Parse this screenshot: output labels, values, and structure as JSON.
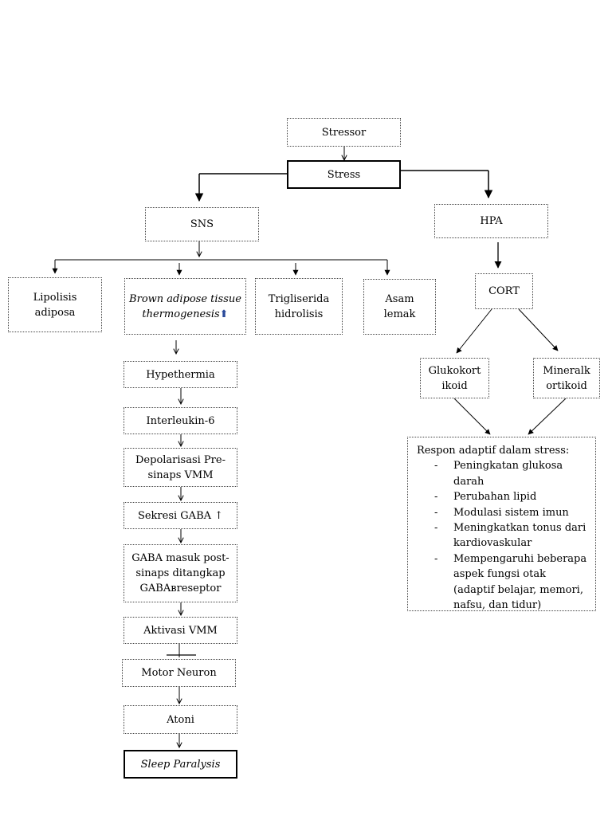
{
  "nodes": {
    "stressor": "Stressor",
    "stress": "Stress",
    "sns": "SNS",
    "hpa": "HPA",
    "lipolisis": [
      "Lipolisis",
      "adiposa"
    ],
    "brown_adipose": [
      "Brown adipose tissue",
      "thermogenesis"
    ],
    "brown_adipose_arrow": "⬆",
    "trigliserida": [
      "Trigliserida",
      "hidrolisis"
    ],
    "asam_lemak": [
      "Asam",
      "lemak"
    ],
    "cort": "CORT",
    "glukokortikoid": [
      "Glukokort",
      "ikoid"
    ],
    "mineralokortikoid": [
      "Mineralk",
      "ortikoid"
    ],
    "hypethermia": "Hypethermia",
    "interleukin": "Interleukin-6",
    "depolarisasi": [
      "Depolarisasi Pre-",
      "sinaps VMM"
    ],
    "sekresi_gaba": "Sekresi GABA ↑",
    "gaba_masuk": [
      "GABA masuk post-",
      "sinaps ditangkap",
      "GABAʙreseptor"
    ],
    "aktivasi_vmm": "Aktivasi VMM",
    "motor_neuron": "Motor Neuron",
    "atoni": "Atoni",
    "sleep_paralysis": "Sleep Paralysis"
  },
  "response": {
    "title": "Respon adaptif dalam stress:",
    "items": [
      "Peningkatan glukosa darah",
      "Perubahan lipid",
      "Modulasi sistem imun",
      "Meningkatkan tonus dari kardiovaskular",
      "Mempengaruhi beberapa aspek fungsi otak (adaptif belajar, memori, nafsu, dan tidur)"
    ]
  }
}
